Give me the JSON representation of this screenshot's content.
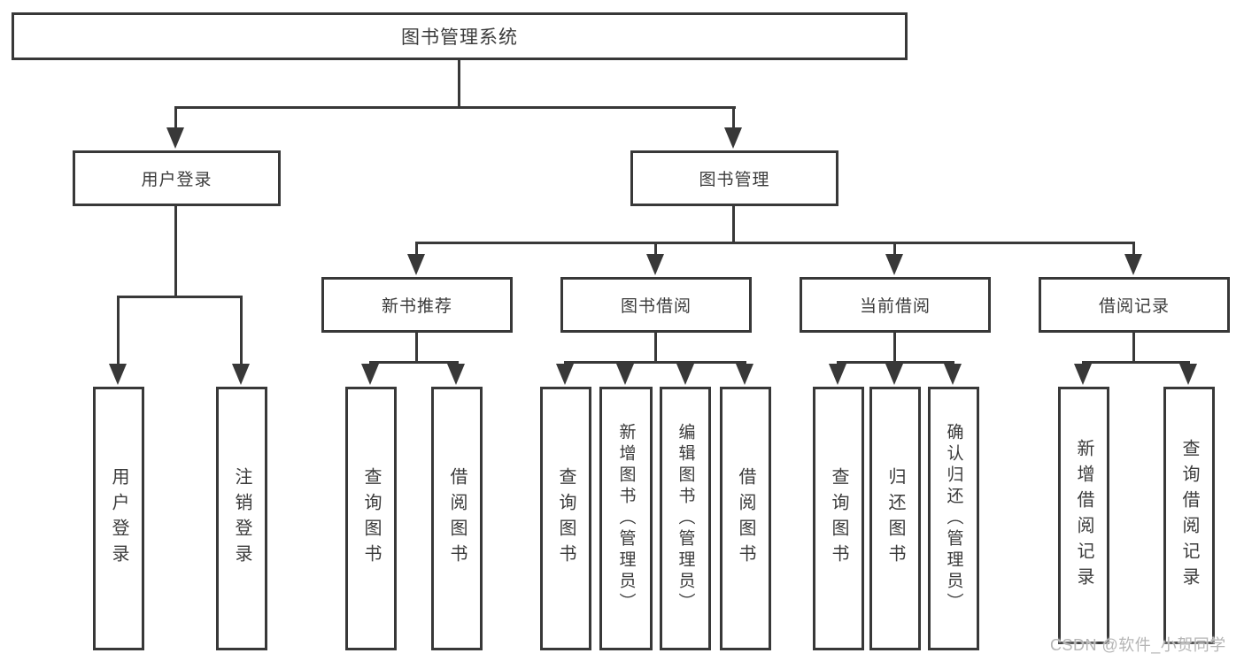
{
  "tree": {
    "label": "图书管理系统",
    "children": [
      {
        "label": "用户登录",
        "children": [
          {
            "label": "用户登录"
          },
          {
            "label": "注销登录"
          }
        ]
      },
      {
        "label": "图书管理",
        "children": [
          {
            "label": "新书推荐",
            "children": [
              {
                "label": "查询图书"
              },
              {
                "label": "借阅图书"
              }
            ]
          },
          {
            "label": "图书借阅",
            "children": [
              {
                "label": "查询图书"
              },
              {
                "label": "新增图书（管理员）"
              },
              {
                "label": "编辑图书（管理员）"
              },
              {
                "label": "借阅图书"
              }
            ]
          },
          {
            "label": "当前借阅",
            "children": [
              {
                "label": "查询图书"
              },
              {
                "label": "归还图书"
              },
              {
                "label": "确认归还（管理员）"
              }
            ]
          },
          {
            "label": "借阅记录",
            "children": [
              {
                "label": "新增借阅记录"
              },
              {
                "label": "查询借阅记录"
              }
            ]
          }
        ]
      }
    ]
  },
  "watermark": {
    "text": "CSDN @软件_小贺同学"
  },
  "colors": {
    "line": "#383838",
    "text": "#3b3b3b",
    "watermark": "#b5b5b5",
    "background": "#ffffff"
  }
}
